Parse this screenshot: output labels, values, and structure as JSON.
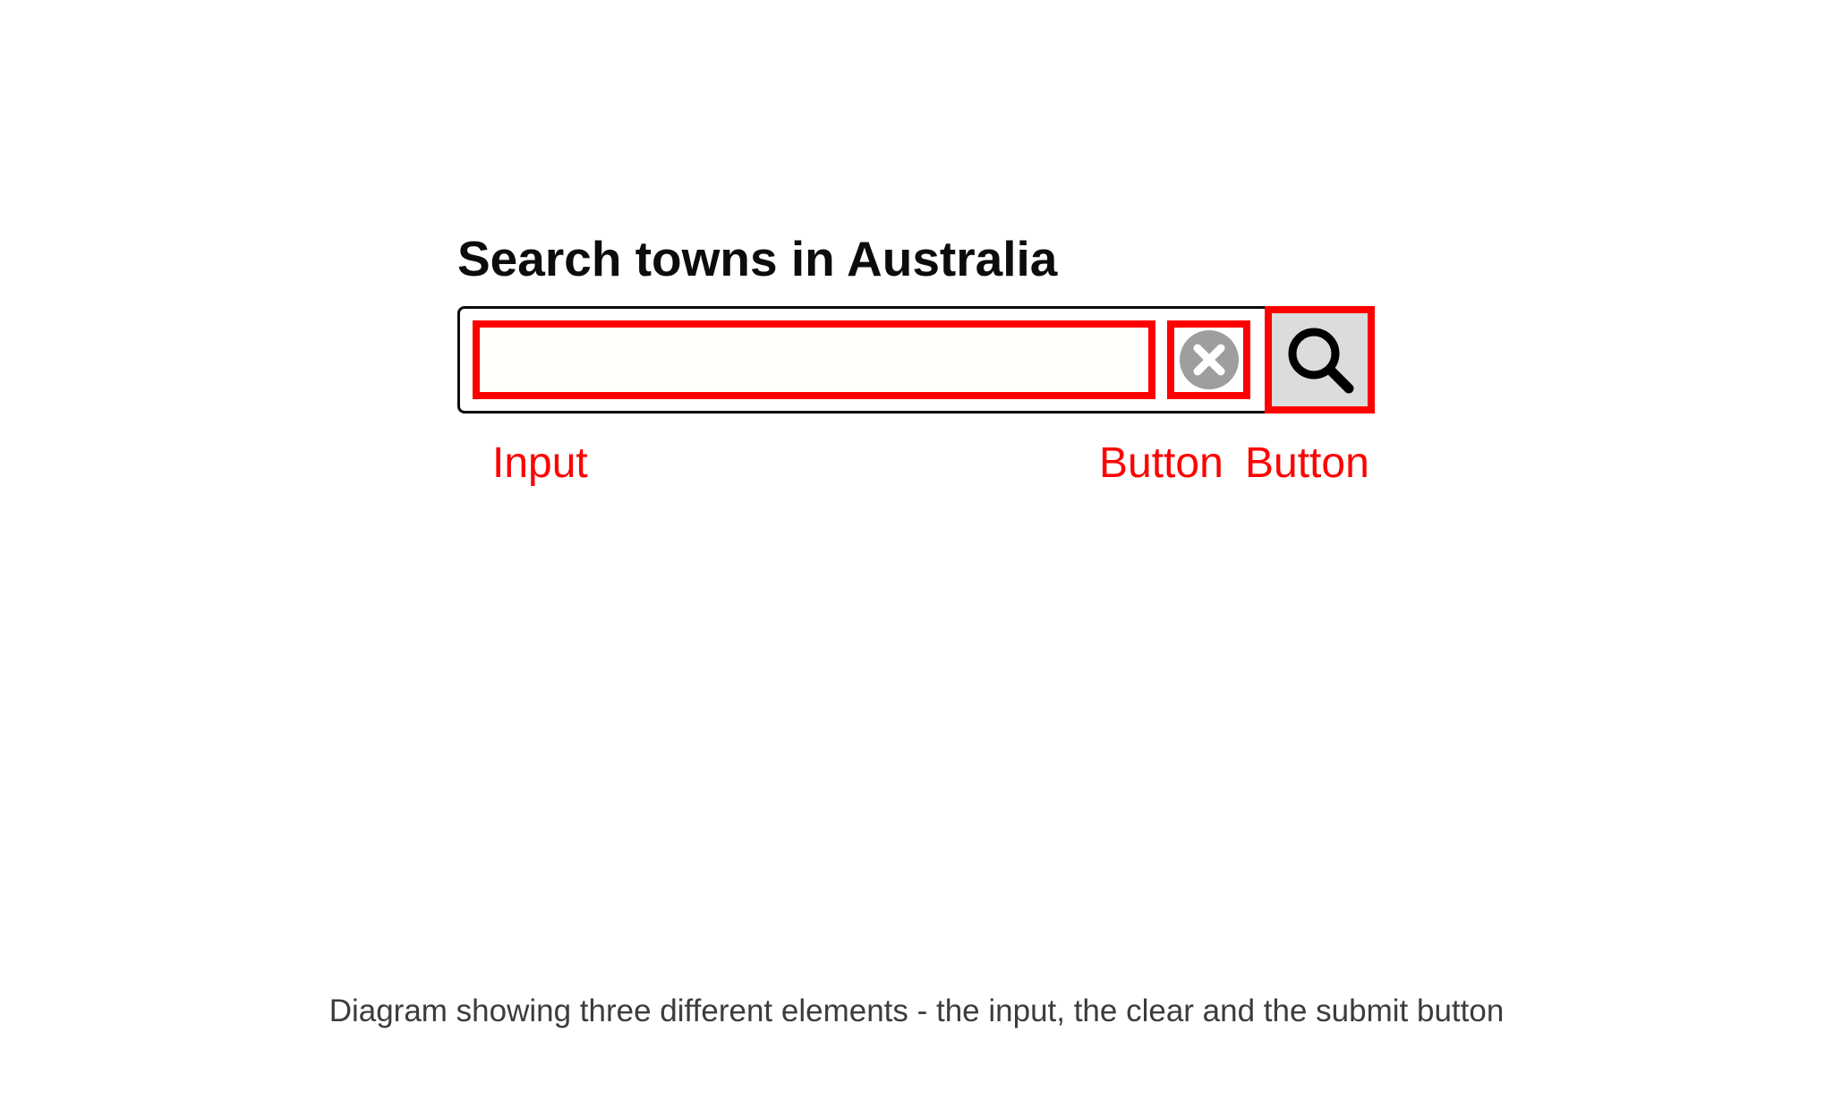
{
  "search": {
    "heading": "Search towns in Australia",
    "input_value": ""
  },
  "icons": {
    "clear": "clear-icon",
    "submit": "search-icon"
  },
  "annotations": {
    "input_label": "Input",
    "clear_label": "Button",
    "submit_label": "Button"
  },
  "caption": "Diagram showing three different elements - the input, the clear and the submit button",
  "colors": {
    "highlight": "#ff0000",
    "text": "#0b0c0c",
    "clear_icon": "#9e9e9e",
    "submit_bg": "#dcdcdc",
    "caption": "#3c3c3c"
  }
}
